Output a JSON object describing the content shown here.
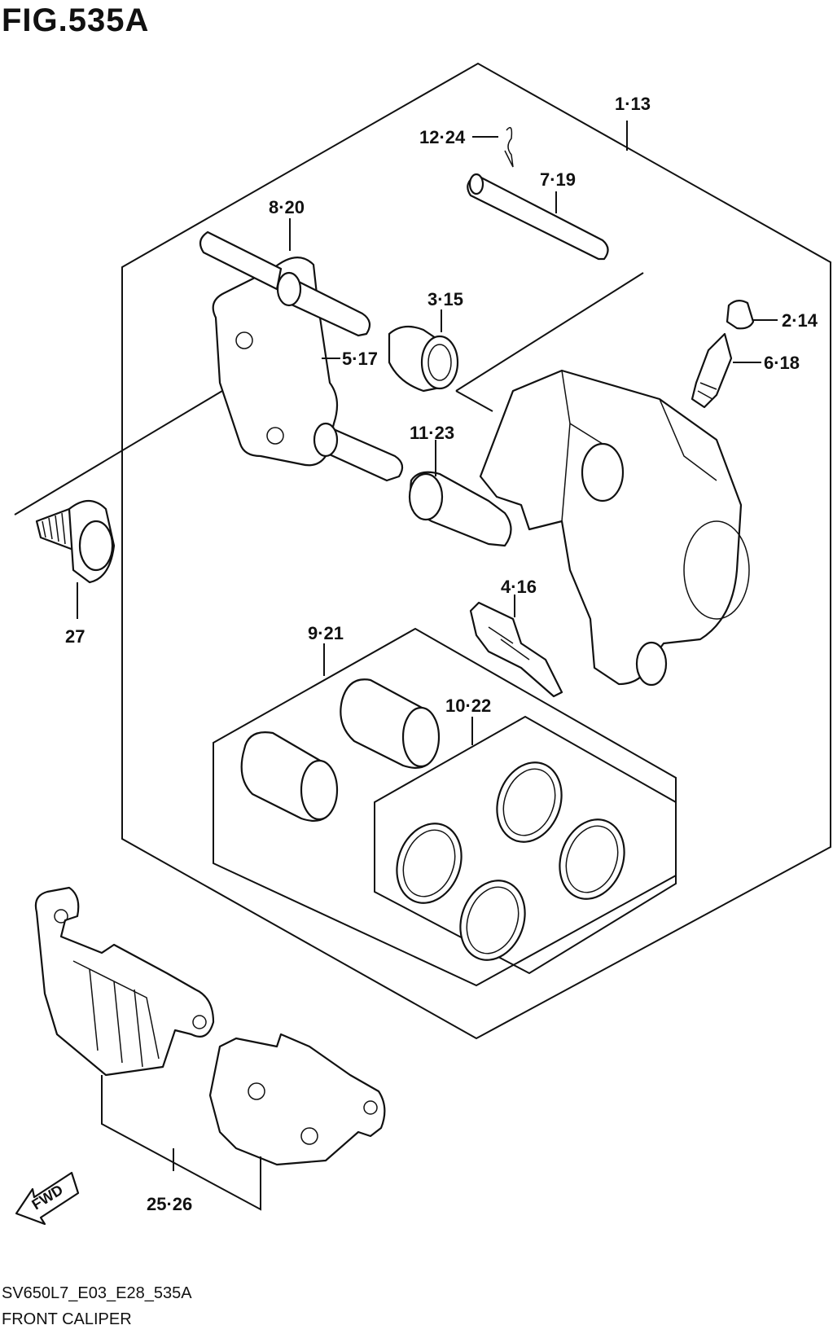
{
  "figure": {
    "title": "FIG.535A",
    "code": "SV650L7_E03_E28_535A",
    "caption": "FRONT CALIPER",
    "fwd_label": "FWD"
  },
  "callouts": {
    "c1_13": "1·13",
    "c12_24": "12·24",
    "c7_19": "7·19",
    "c8_20": "8·20",
    "c3_15": "3·15",
    "c2_14": "2·14",
    "c6_18": "6·18",
    "c5_17": "5·17",
    "c11_23": "11·23",
    "c27": "27",
    "c4_16": "4·16",
    "c9_21": "9·21",
    "c10_22": "10·22",
    "c25_26": "25·26"
  }
}
